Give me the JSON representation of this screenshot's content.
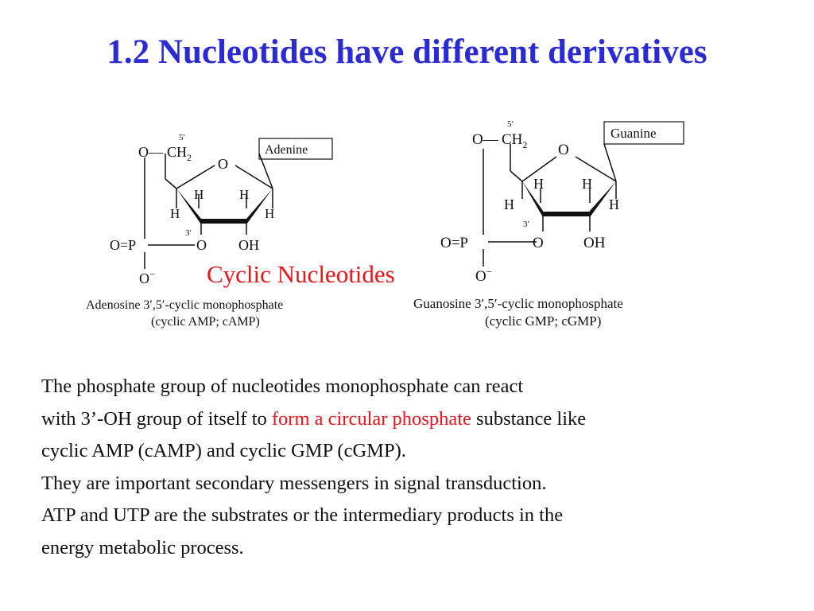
{
  "slide": {
    "title": "1.2 Nucleotides have different derivatives",
    "center_label": "Cyclic Nucleotides"
  },
  "colors": {
    "title": "#2b2bd6",
    "highlight": "#e8161b",
    "text": "#111111"
  },
  "molecule_left": {
    "base": "Adenine",
    "atom_5prime": "5′",
    "atom_3prime": "3′",
    "o_ring": "O",
    "o_5": "O—",
    "ch2": "CH",
    "ch2_sub": "2",
    "h1": "H",
    "h2": "H",
    "h3": "H",
    "h4": "H",
    "phosphate": "O=P",
    "o_3": "O",
    "oh": "OH",
    "o_minus": "O",
    "minus": "−",
    "name": "Adenosine 3′,5′-cyclic monophosphate",
    "abbrev": "(cyclic AMP; cAMP)"
  },
  "molecule_right": {
    "base": "Guanine",
    "atom_5prime": "5′",
    "atom_3prime": "3′",
    "o_ring": "O",
    "o_5": "O—",
    "ch2": "CH",
    "ch2_sub": "2",
    "h1": "H",
    "h2": "H",
    "h3": "H",
    "h4": "H",
    "phosphate": "O=P",
    "o_3": "O",
    "oh": "OH",
    "o_minus": "O",
    "minus": "−",
    "name": "Guanosine 3′,5′-cyclic monophosphate",
    "abbrev": "(cyclic GMP; cGMP)"
  },
  "paragraph": {
    "line1": "The phosphate group of nucleotides monophosphate can react",
    "line2_a": "with 3’-OH group of itself to ",
    "line2_highlight": "form a circular phosphate",
    "line2_b": " substance like",
    "line3": "cyclic AMP (cAMP) and cyclic GMP (cGMP).",
    "line4": "They  are important secondary messengers in signal transduction.",
    "line5": "ATP and UTP are the substrates or the intermediary products in the",
    "line6": "energy metabolic process."
  }
}
